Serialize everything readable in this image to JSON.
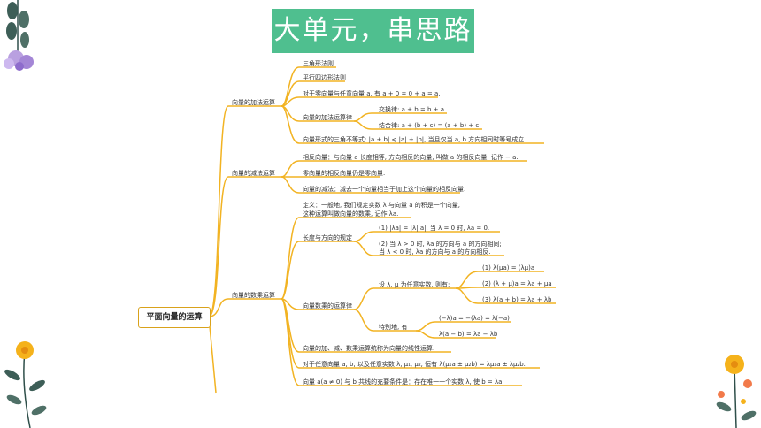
{
  "title": "大单元，串思路",
  "root": "平面向量的运算",
  "branches": {
    "addition": {
      "label": "向量的加法运算",
      "items": [
        "三角形法则",
        "平行四边形法则",
        "对于零向量与任意向量 a, 有 a + 0 = 0 + a = a.",
        "向量的加法运算律",
        "向量形式的三角不等式: |a + b| ⩽ |a| + |b|, 当且仅当 a, b 方向相同时等号成立."
      ],
      "laws": [
        "交换律: a + b = b + a",
        "结合律: a + (b + c) = (a + b) + c"
      ]
    },
    "subtraction": {
      "label": "向量的减法运算",
      "items": [
        "相反向量：与向量 a 长度相等, 方向相反的向量, 叫做 a 的相反向量, 记作 − a.",
        "零向量的相反向量仍是零向量.",
        "向量的减法：减去一个向量相当于加上这个向量的相反向量."
      ]
    },
    "scalar": {
      "label": "向量的数乘运算",
      "definition_line1": "定义：一般地, 我们规定实数 λ 与向量 a 的积是一个向量,",
      "definition_line2": "这种运算叫做向量的数乘, 记作 λa.",
      "length_direction": {
        "label": "长度与方向的规定",
        "rule1": "(1) |λa| = |λ||a|, 当 λ = 0 时, λa = 0.",
        "rule2_line1": "(2) 当 λ > 0 时, λa 的方向与 a 的方向相同;",
        "rule2_line2": "当 λ < 0 时, λa 的方向与 a 的方向相反."
      },
      "laws": {
        "label": "向量数乘的运算律",
        "intro": "设 λ, μ 为任意实数, 则有:",
        "law1": "(1) λ(μa) = (λμ)a",
        "law2": "(2) (λ + μ)a = λa + μa",
        "law3": "(3) λ(a + b) = λa + λb",
        "special": "特别地, 有",
        "special1": "(−λ)a = −(λa) = λ(−a)",
        "special2": "λ(a − b) = λa − λb"
      },
      "linear": "向量的加、减、数乘运算统称为向量的线性运算.",
      "linear_formula": "对于任意向量 a, b, 以及任意实数 λ, μ₁, μ₂, 恒有 λ(μ₁a ± μ₂b) = λμ₁a ± λμ₂b.",
      "collinear": "向量 a(a ≠ 0) 与 b 共线的充要条件是：存在唯一一个实数 λ, 使 b = λa."
    }
  },
  "colors": {
    "title_bg": "#4fbf8f",
    "line": "#f2b322"
  }
}
